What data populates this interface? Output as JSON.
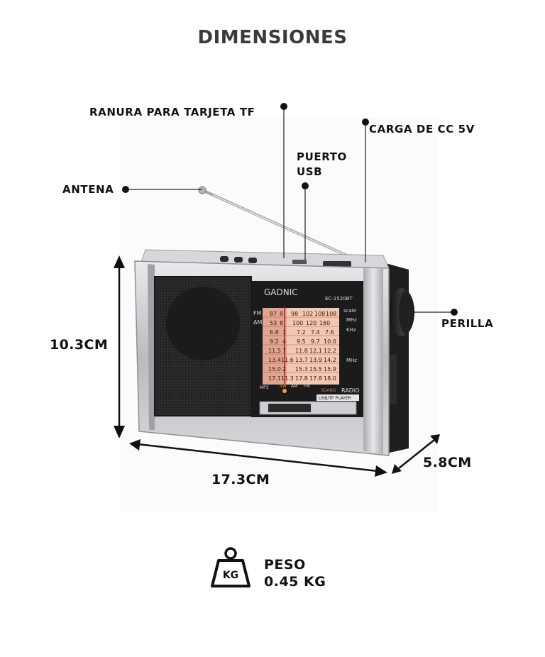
{
  "title": "DIMENSIONES",
  "callouts": {
    "tf_slot": "RANURA PARA TARJETA TF",
    "dc_charge": "CARGA DE CC 5V",
    "usb_line1": "PUERTO",
    "usb_line2": "USB",
    "antenna": "ANTENA",
    "knob": "PERILLA"
  },
  "dimensions": {
    "height": "10.3CM",
    "width": "17.3CM",
    "depth": "5.8CM"
  },
  "radio": {
    "brand": "GADNIC",
    "model": "EC-1520BT",
    "bands": [
      "FM",
      "AM"
    ],
    "scale_label": "scale",
    "unit_mhz": "MHz",
    "unit_khz": "KHz",
    "unit_mhz2": "MHz",
    "dial_rows": [
      [
        "87",
        "8",
        "98",
        "102",
        "108",
        "108"
      ],
      [
        "53",
        "8",
        "100",
        "120",
        "160",
        ""
      ],
      [
        "6.8",
        "1",
        "7.2",
        "7.4",
        "7.6",
        ""
      ],
      [
        "9.2",
        "4",
        "9.5",
        "9.7",
        "10.0",
        ""
      ],
      [
        "11.5",
        "7",
        "11.8",
        "12.1",
        "12.2",
        ""
      ],
      [
        "13.4",
        "11.6",
        "13.7",
        "13.9",
        "14.2",
        ""
      ],
      [
        "15.0",
        "2",
        "15.3",
        "15.5",
        "15.9",
        ""
      ],
      [
        "17.1",
        "11.3",
        "17.8",
        "17.8",
        "18.0",
        ""
      ]
    ],
    "mode_labels": [
      "MP3",
      "SW",
      "AM",
      "FM"
    ],
    "subbrand": "SDANG",
    "radio_label": "RADIO",
    "player_label": "USB/TF PLAYER"
  },
  "weight": {
    "icon_text": "KG",
    "label": "PESO",
    "value": "0.45 KG"
  },
  "colors": {
    "accent": "#111111",
    "silver": "#c8c9cc",
    "dial": "#f2c7b4"
  }
}
